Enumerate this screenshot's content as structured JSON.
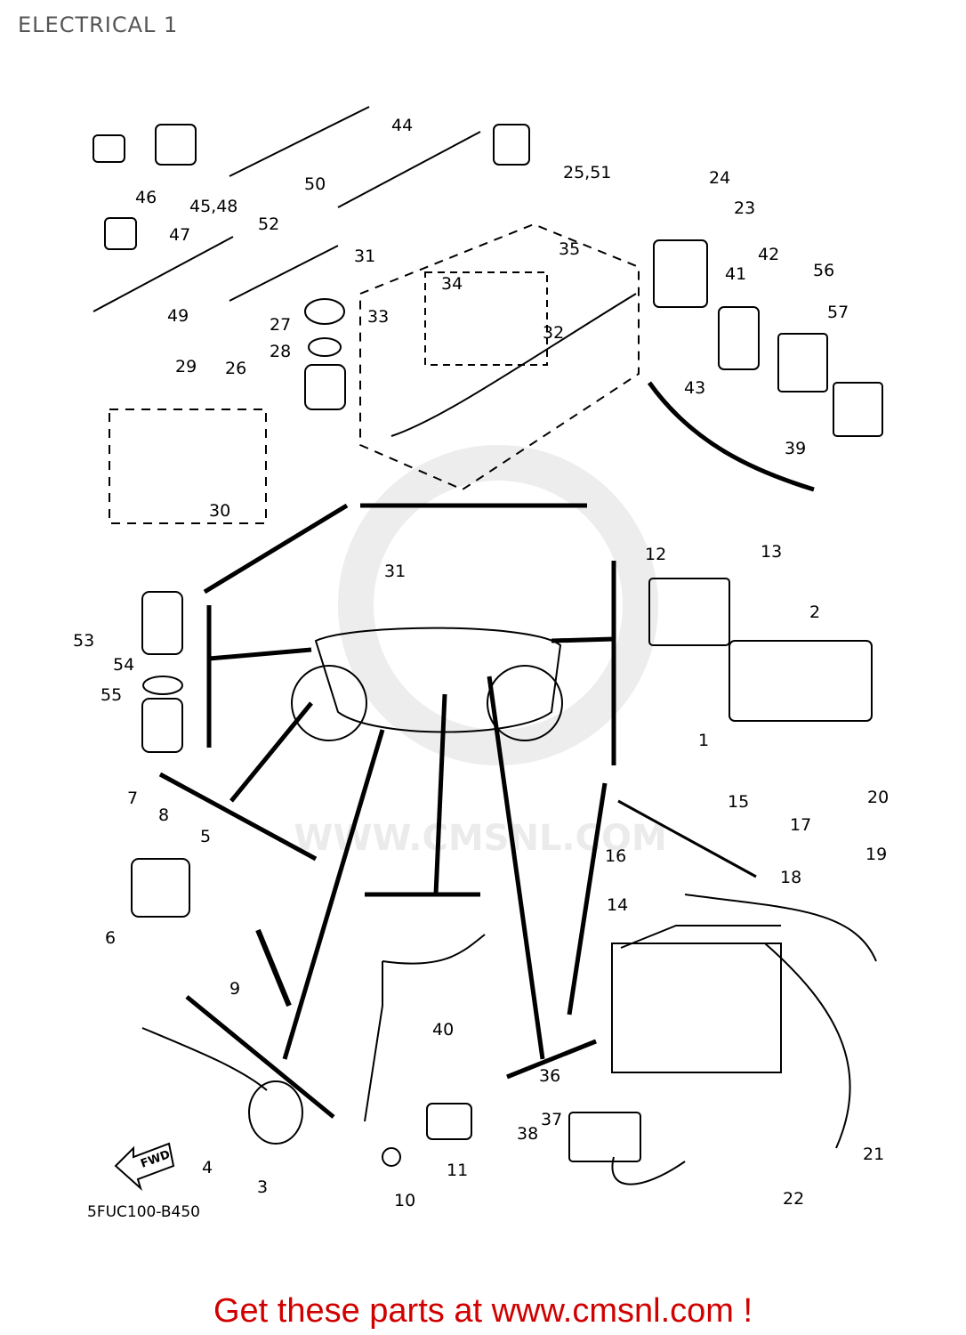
{
  "title": "ELECTRICAL 1",
  "diagram_code": "5FUC100-B450",
  "fwd_label": "FWD",
  "watermark_url": "WWW.CMSNL.COM",
  "footer_text": "Get these parts at www.cmsnl.com !",
  "part_labels": [
    "46",
    "45,48",
    "50",
    "44",
    "25,51",
    "47",
    "49",
    "52",
    "24",
    "23",
    "31",
    "35",
    "34",
    "33",
    "32",
    "27",
    "28",
    "26",
    "29",
    "30",
    "41",
    "42",
    "56",
    "57",
    "43",
    "39",
    "12",
    "13",
    "31",
    "2",
    "53",
    "54",
    "55",
    "1",
    "7",
    "8",
    "5",
    "6",
    "9",
    "15",
    "17",
    "20",
    "16",
    "19",
    "14",
    "18",
    "40",
    "36",
    "37",
    "38",
    "4",
    "3",
    "10",
    "11",
    "21",
    "22"
  ]
}
